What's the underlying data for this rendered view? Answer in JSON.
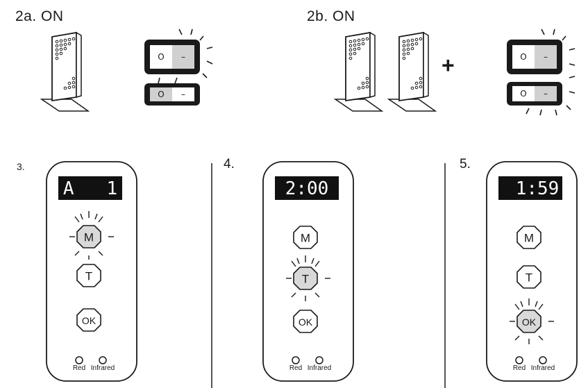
{
  "step_2a": {
    "title": "2a. ON",
    "switch_on_symbol": "O",
    "switch_off_symbol": "–"
  },
  "step_2b": {
    "title": "2b. ON",
    "plus_symbol": "+",
    "switch_on_symbol": "O",
    "switch_off_symbol": "–"
  },
  "step_3": {
    "number": "3.",
    "display": "A   1",
    "buttons": [
      "M",
      "T",
      "OK"
    ],
    "highlighted_button": "M",
    "leds": [
      "Red",
      "Infrared"
    ]
  },
  "step_4": {
    "number": "4.",
    "display": "2:00",
    "buttons": [
      "M",
      "T",
      "OK"
    ],
    "highlighted_button": "T",
    "leds": [
      "Red",
      "Infrared"
    ]
  },
  "step_5": {
    "number": "5.",
    "display": "1:59",
    "buttons": [
      "M",
      "T",
      "OK"
    ],
    "highlighted_button": "OK",
    "leds": [
      "Red",
      "Infrared"
    ]
  },
  "colors": {
    "line": "#1a1a1a",
    "highlight_fill": "#d9d9d9",
    "display_bg": "#111111"
  }
}
